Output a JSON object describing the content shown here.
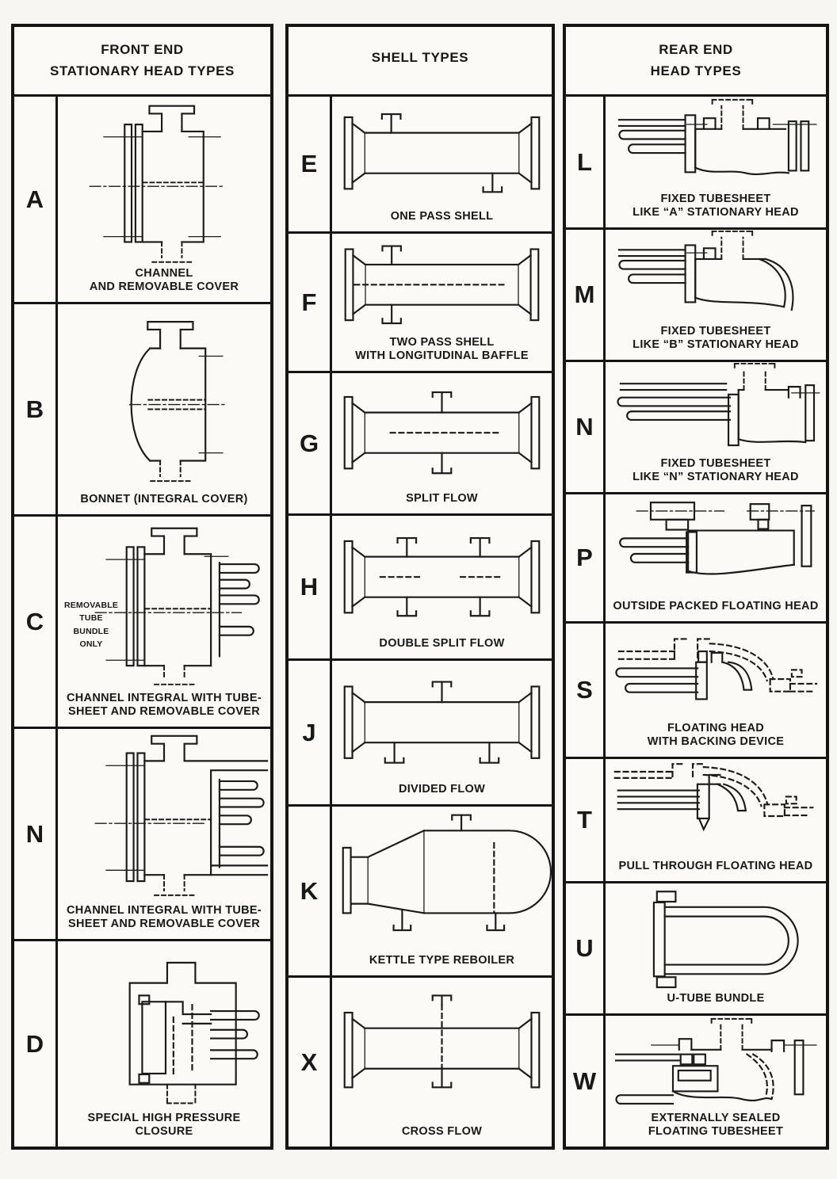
{
  "colors": {
    "ink": "#1b1b1b",
    "paper": "#f7f6f2",
    "panel": "#fbfaf6"
  },
  "columns": [
    {
      "header_line1": "FRONT END",
      "header_line2": "STATIONARY HEAD TYPES",
      "cells": [
        {
          "letter": "A",
          "caption1": "CHANNEL",
          "caption2": "AND REMOVABLE COVER"
        },
        {
          "letter": "B",
          "caption1": "BONNET (INTEGRAL COVER)",
          "caption2": ""
        },
        {
          "letter": "C",
          "note1": "REMOVABLE",
          "note2": "TUBE",
          "note3": "BUNDLE",
          "note4": "ONLY",
          "caption1": "CHANNEL INTEGRAL WITH TUBE-",
          "caption2": "SHEET AND REMOVABLE COVER"
        },
        {
          "letter": "N",
          "caption1": "CHANNEL INTEGRAL WITH TUBE-",
          "caption2": "SHEET AND REMOVABLE COVER"
        },
        {
          "letter": "D",
          "caption1": "SPECIAL HIGH PRESSURE CLOSURE",
          "caption2": ""
        }
      ]
    },
    {
      "header_line1": "SHELL TYPES",
      "header_line2": "",
      "cells": [
        {
          "letter": "E",
          "caption1": "ONE PASS SHELL",
          "caption2": ""
        },
        {
          "letter": "F",
          "caption1": "TWO PASS SHELL",
          "caption2": "WITH LONGITUDINAL BAFFLE"
        },
        {
          "letter": "G",
          "caption1": "SPLIT FLOW",
          "caption2": ""
        },
        {
          "letter": "H",
          "caption1": "DOUBLE SPLIT FLOW",
          "caption2": ""
        },
        {
          "letter": "J",
          "caption1": "DIVIDED FLOW",
          "caption2": ""
        },
        {
          "letter": "K",
          "caption1": "KETTLE TYPE REBOILER",
          "caption2": ""
        },
        {
          "letter": "X",
          "caption1": "CROSS FLOW",
          "caption2": ""
        }
      ]
    },
    {
      "header_line1": "REAR END",
      "header_line2": "HEAD TYPES",
      "cells": [
        {
          "letter": "L",
          "caption1": "FIXED TUBESHEET",
          "caption2": "LIKE “A” STATIONARY HEAD"
        },
        {
          "letter": "M",
          "caption1": "FIXED TUBESHEET",
          "caption2": "LIKE “B” STATIONARY HEAD"
        },
        {
          "letter": "N",
          "caption1": "FIXED TUBESHEET",
          "caption2": "LIKE “N” STATIONARY HEAD"
        },
        {
          "letter": "P",
          "caption1": "OUTSIDE PACKED FLOATING HEAD",
          "caption2": ""
        },
        {
          "letter": "S",
          "caption1": "FLOATING HEAD",
          "caption2": "WITH BACKING DEVICE"
        },
        {
          "letter": "T",
          "caption1": "PULL THROUGH FLOATING HEAD",
          "caption2": ""
        },
        {
          "letter": "U",
          "caption1": "U-TUBE BUNDLE",
          "caption2": ""
        },
        {
          "letter": "W",
          "caption1": "EXTERNALLY SEALED",
          "caption2": "FLOATING TUBESHEET"
        }
      ]
    }
  ]
}
